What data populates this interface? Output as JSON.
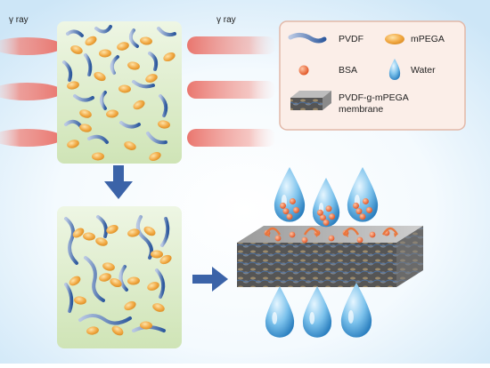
{
  "ray_left_label": "γ ray",
  "ray_right_label": "γ ray",
  "legend": {
    "pvdf": "PVDF",
    "mpega": "mPEGA",
    "bsa": "BSA",
    "water": "Water",
    "membrane_line1": "PVDF-g-mPEGA",
    "membrane_line2": "membrane"
  },
  "colors": {
    "background_top": "#d9eefb",
    "panel_green": "#dcecc8",
    "ray_red": "#e9736a",
    "pvdf_blue": "#3d66a8",
    "mpega_orange": "#f0a640",
    "bsa_red": "#e4562a",
    "water_blue": "#4aa3d8",
    "arrow_blue": "#3b63a8",
    "legend_bg": "#fbeee8"
  }
}
